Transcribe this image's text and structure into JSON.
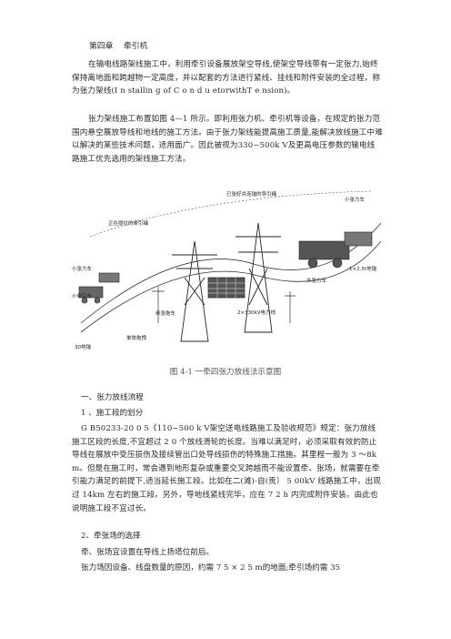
{
  "heading": "第四章　 牵引机",
  "intro": [
    "在输电线路架线施工中，利用牵引设备展放架空导线,使架空导线带有一定张力,始终保持离地面和跨越物一定高度，并以配套的方法进行紧线、挂线和附件安装的全过程，称为张力架线(I n stallin g of C o n d u etorwithT e nsion)。",
    "张力架线施工布置如图 4—1 所示。即利用张力机、牵引机等设备，在规定的张力范围内悬空展放导线和地线的施工方法。由于张力架线能提高施工质量,能解决放线施工中难以解决的某些技术问题，适用面广。因此被视为330~500k V及更高电压参数的输电线路施工优先选用的架线施工方法。"
  ],
  "figure": {
    "labels": {
      "top_mid": "已张好并连锚的导引绳",
      "top_right": "小张力车",
      "left_top": "正在提拉的牵引绳",
      "left_mid": "小张力车",
      "left_low": "小牵引车",
      "bottom_left": "30地锚",
      "bottom_mid": "单体拖拽",
      "mid_low": "牵张拖车",
      "mid_power": "2×330kV电力线",
      "right_mid": "大张力车",
      "right_low": "1×2.5t地锚"
    },
    "caption": "图 4-1 一牵四张力放线法示意图"
  },
  "sections": {
    "s1": "一、张力放线流程",
    "s1_1": "1 、施工段的划分",
    "p1": "G B50233-20 0 5《110~500 k V架空送电线路施工及验收规范》规定：张力放线施工区段的长度,不宜超过 2 0 个放线滑轮的长度。当难以满足时，必须采取有效的防止导线在展放中受压损伤及接续管出口处导线损伤的特殊施工措施。其里程一般为 3 ～8km。但是在施工时，常会遇到地形复杂或重要交叉跨越而不能设置牵、张场，就需要在牵引能力满足的前提下,适当延长施工段。比如在二(滩)-自(贡） 5 00kV 线路施工中，出现过 14km 左右的施工段。另外，导地线紧线完毕，应在 7 2 h 内完成附件安装。由此也说明施工段不宜过长。",
    "s1_2": "2、牵张场的选择",
    "p2": "牵、张场宜设置在导线上扬塔位前后。",
    "p3": "张力场因设备、线盘数量的原因，约需 7 5 × 2 5 m的地面;牵引场约需 35"
  }
}
